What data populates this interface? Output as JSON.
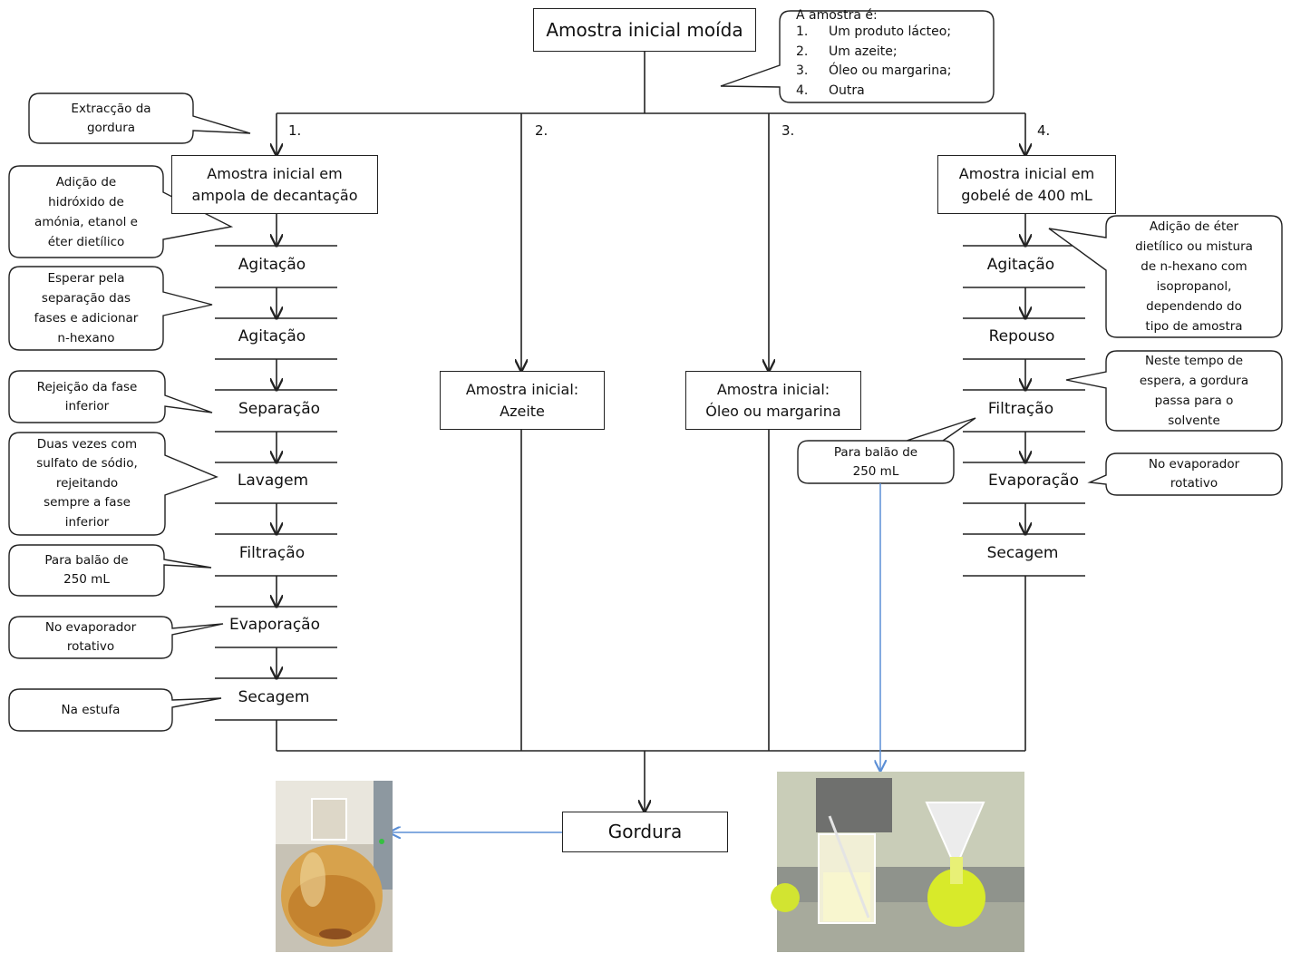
{
  "top": {
    "title": "Amostra inicial moída",
    "sample_note": {
      "heading": "A amostra é:",
      "items": [
        {
          "n": "1.",
          "t": "Um produto lácteo;"
        },
        {
          "n": "2.",
          "t": "Um azeite;"
        },
        {
          "n": "3.",
          "t": "Óleo ou margarina;"
        },
        {
          "n": "4.",
          "t": "Outra"
        }
      ]
    }
  },
  "branches": {
    "b1": "1.",
    "b2": "2.",
    "b3": "3.",
    "b4": "4."
  },
  "left": {
    "start_l1": "Amostra inicial em",
    "start_l2": "ampola de decantação",
    "steps": [
      "Agitação",
      "Agitação",
      "Separação",
      "Lavagem",
      "Filtração",
      "Evaporação",
      "Secagem"
    ],
    "notes": {
      "extract_l1": "Extracção da",
      "extract_l2": "gordura",
      "add_l1": "Adição de",
      "add_l2": "hidróxido de",
      "add_l3": "amónia, etanol e",
      "add_l4": "éter dietílico",
      "wait_l1": "Esperar pela",
      "wait_l2": "separação das",
      "wait_l3": "fases e adicionar",
      "wait_l4": "n-hexano",
      "rej_l1": "Rejeição da fase",
      "rej_l2": "inferior",
      "wash_l1": "Duas vezes com",
      "wash_l2": "sulfato de sódio,",
      "wash_l3": "rejeitando",
      "wash_l4": "sempre a fase",
      "wash_l5": "inferior",
      "flask_l1": "Para balão de",
      "flask_l2": "250 mL",
      "evap_l1": "No evaporador",
      "evap_l2": "rotativo",
      "dry": "Na estufa"
    }
  },
  "mid": {
    "azeite_l1": "Amostra inicial:",
    "azeite_l2": "Azeite",
    "oleo_l1": "Amostra inicial:",
    "oleo_l2": "Óleo ou margarina"
  },
  "right": {
    "start_l1": "Amostra inicial em",
    "start_l2": "gobelé de 400 mL",
    "steps": [
      "Agitação",
      "Repouso",
      "Filtração",
      "Evaporação",
      "Secagem"
    ],
    "notes": {
      "add_l1": "Adição de éter",
      "add_l2": "dietílico ou mistura",
      "add_l3": "de n-hexano com",
      "add_l4": "isopropanol,",
      "add_l5": "dependendo do",
      "add_l6": "tipo de amostra",
      "wait_l1": "Neste tempo de",
      "wait_l2": "espera, a gordura",
      "wait_l3": "passa para o",
      "wait_l4": "solvente",
      "flask_l1": "Para balão de",
      "flask_l2": "250 mL",
      "evap_l1": "No evaporador",
      "evap_l2": "rotativo"
    }
  },
  "end": {
    "result": "Gordura"
  },
  "colors": {
    "line": "#222222",
    "photo_arrow": "#5b8fd6"
  }
}
